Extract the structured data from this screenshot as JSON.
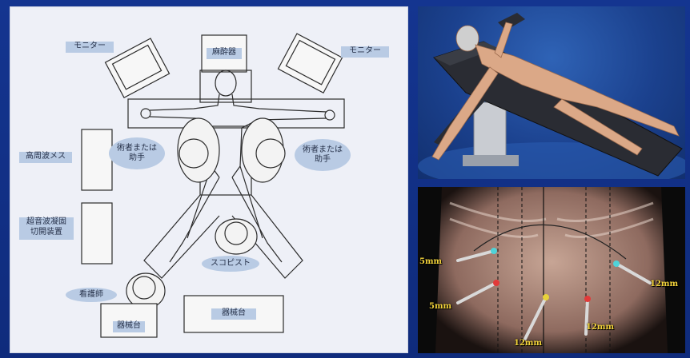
{
  "left_panel": {
    "monitor_left": "モニター",
    "anesthesia": "麻酔器",
    "monitor_right": "モニター",
    "surgeon_left": "術者または\n助手",
    "surgeon_right": "術者または\n助手",
    "harmonic_scalpel": "高周波メス",
    "ultrasonic_device": "超音波凝固\n切開装置",
    "scopist": "スコピスト",
    "nurse": "看護師",
    "instrument_table_left": "器械台",
    "instrument_table_right": "器械台"
  },
  "ports_panel": {
    "ports": [
      {
        "label": "5mm",
        "color": "#4fd3d8"
      },
      {
        "label": "5mm",
        "color": "#e23a3a"
      },
      {
        "label": "12mm",
        "color": "#e8d23a"
      },
      {
        "label": "12mm",
        "color": "#e23a3a"
      },
      {
        "label": "12mm",
        "color": "#4fd3d8"
      }
    ]
  }
}
